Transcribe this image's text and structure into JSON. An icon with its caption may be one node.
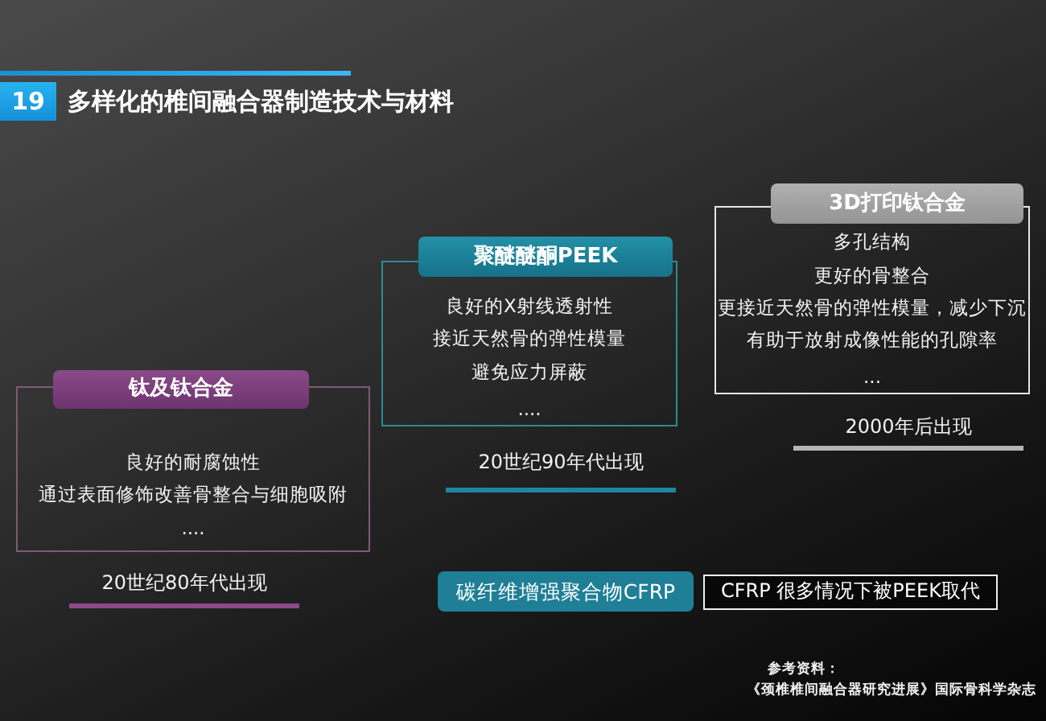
{
  "diagram": {
    "title": "多样化的椎间融合器制造技术与材料",
    "nodes": [
      {
        "text": [
          "钛及钛合金",
          "良好的耐腐蚀性",
          "通过表面修饰改善骨整合与细胞吸附",
          "...."
        ],
        "beside": [
          "20世纪80年代出现"
        ]
      },
      {
        "text": [
          "聚醚醚酮PEEK",
          "良好的X射线透射性",
          "接近天然骨的弹性模量",
          "避免应力屏蔽",
          "...."
        ],
        "beside": [
          "20世纪90年代出现"
        ]
      },
      {
        "text": [
          "3D打印钛合金",
          "多孔结构",
          "更好的骨整合",
          "更接近天然骨的弹性模量，减少下沉",
          "有助于放射成像性能的孔隙率",
          "..."
        ],
        "beside": [
          "2000年后出现"
        ]
      },
      {
        "text": [
          "碳纤维增强聚合物CFRP"
        ]
      },
      {
        "text": [
          "CFRP 很多情况下被PEEK取代"
        ]
      }
    ],
    "labels": [
      "19",
      "参考资料：",
      "《颈椎椎间融合器研究进展》国际骨科学杂志"
    ]
  }
}
